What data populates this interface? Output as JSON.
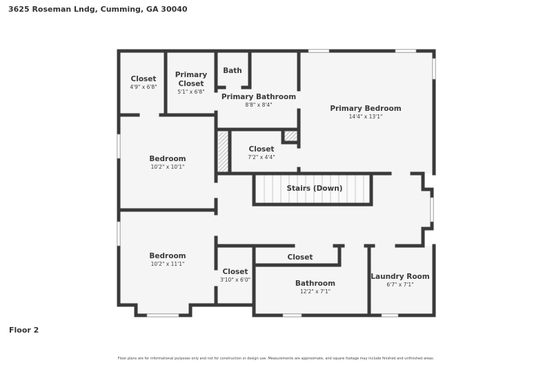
{
  "address": "3625 Roseman Lndg, Cumming, GA 30040",
  "floor_label": "Floor 2",
  "disclaimer": "Floor plans are for informational purposes only and not for construction or design use. Measurements are approximate, and square footage may include finished and unfinished areas.",
  "colors": {
    "wall": "#3a3a3a",
    "floor": "#f5f5f5"
  },
  "rooms": [
    {
      "name": "Closet",
      "dims": "4'9\" x 6'8\""
    },
    {
      "name": "Primary",
      "name2": "Closet",
      "dims": "5'1\" x 6'8\""
    },
    {
      "name": "Bath"
    },
    {
      "name": "Primary Bathroom",
      "dims": "8'8\" x 8'4\""
    },
    {
      "name": "Primary Bedroom",
      "dims": "14'4\" x 13'1\""
    },
    {
      "name": "Closet",
      "dims": "7'2\" x 4'4\""
    },
    {
      "name": "Bedroom",
      "dims": "10'2\" x 10'1\""
    },
    {
      "name": "Stairs (Down)"
    },
    {
      "name": "Bedroom",
      "dims": "10'2\" x 11'1\""
    },
    {
      "name": "Closet",
      "dims": "3'10\" x 6'0\""
    },
    {
      "name": "Closet"
    },
    {
      "name": "Bathroom",
      "dims": "12'2\" x 7'1\""
    },
    {
      "name": "Laundry Room",
      "dims": "6'7\" x 7'1\""
    }
  ]
}
